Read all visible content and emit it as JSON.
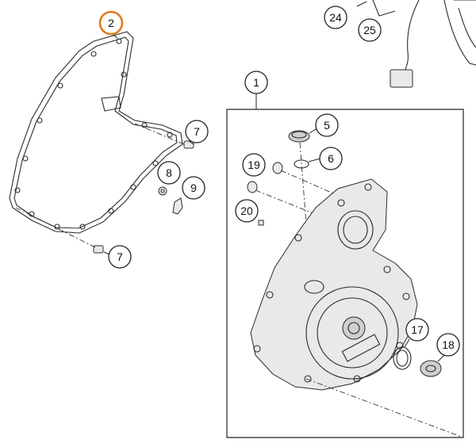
{
  "callouts": {
    "c1": "1",
    "c2": "2",
    "c5": "5",
    "c6": "6",
    "c7a": "7",
    "c7b": "7",
    "c8": "8",
    "c9": "9",
    "c17": "17",
    "c18": "18",
    "c19": "19",
    "c20": "20",
    "c24": "24",
    "c25": "25"
  },
  "colors": {
    "highlight": "#e07b1f",
    "line": "#222222"
  }
}
